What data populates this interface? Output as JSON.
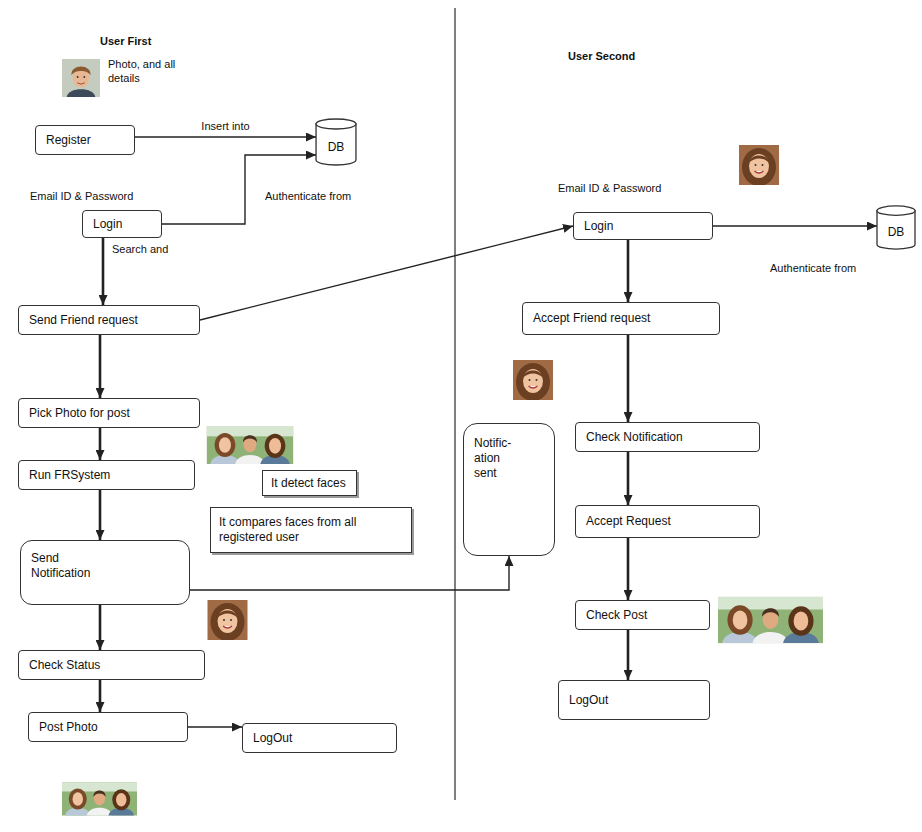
{
  "diagram": {
    "nodes": [
      {
        "text": [
          "Register"
        ]
      },
      {
        "text": [
          "DB"
        ]
      },
      {
        "text": [
          "Login"
        ]
      },
      {
        "text": [
          "Send Friend request"
        ]
      },
      {
        "text": [
          "Pick Photo for post"
        ]
      },
      {
        "text": [
          "Run FRSystem"
        ]
      },
      {
        "text": [
          "It detect faces"
        ]
      },
      {
        "text": [
          "It compares faces from all registered user"
        ]
      },
      {
        "text": [
          "Send Notification"
        ]
      },
      {
        "text": [
          "Check Status"
        ]
      },
      {
        "text": [
          "Post Photo"
        ]
      },
      {
        "text": [
          "LogOut"
        ]
      },
      {
        "text": [
          "Login"
        ]
      },
      {
        "text": [
          "DB"
        ]
      },
      {
        "text": [
          "Accept Friend request"
        ]
      },
      {
        "text": [
          "Notific- ation sent"
        ]
      },
      {
        "text": [
          "Check Notification"
        ]
      },
      {
        "text": [
          "Accept Request"
        ]
      },
      {
        "text": [
          "Check Post"
        ]
      },
      {
        "text": [
          "LogOut"
        ]
      }
    ],
    "edges": [
      {
        "from": 0,
        "to": 1,
        "arrow": "to",
        "label": "Insert into"
      },
      {
        "from": 2,
        "to": 1,
        "arrow": "to"
      },
      {
        "from": 2,
        "to": 3,
        "arrow": "to"
      },
      {
        "from": 3,
        "to": 12,
        "arrow": "to"
      },
      {
        "from": 3,
        "to": 4,
        "arrow": "to"
      },
      {
        "from": 4,
        "to": 5,
        "arrow": "to"
      },
      {
        "from": 5,
        "to": 8,
        "arrow": "to"
      },
      {
        "from": 8,
        "to": 15,
        "arrow": "to"
      },
      {
        "from": 8,
        "to": 9,
        "arrow": "to"
      },
      {
        "from": 9,
        "to": 10,
        "arrow": "to"
      },
      {
        "from": 10,
        "to": 11,
        "arrow": "to"
      },
      {
        "from": 12,
        "to": 13,
        "arrow": "to"
      },
      {
        "from": 12,
        "to": 14,
        "arrow": "to"
      },
      {
        "from": 14,
        "to": 16,
        "arrow": "to"
      },
      {
        "from": 16,
        "to": 17,
        "arrow": "to"
      },
      {
        "from": 17,
        "to": 18,
        "arrow": "to"
      },
      {
        "from": 18,
        "to": 19,
        "arrow": "to"
      }
    ],
    "labels": [
      "User First",
      "Photo, and all details",
      "Email ID & Password",
      "Authenticate from",
      "Search and",
      "User Second",
      "Email ID & Password",
      "Authenticate from"
    ]
  }
}
